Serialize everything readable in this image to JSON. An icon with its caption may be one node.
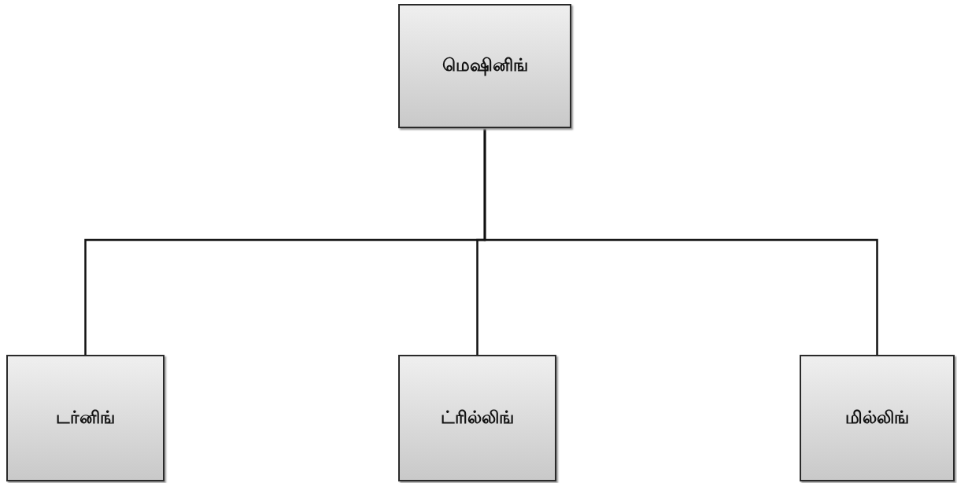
{
  "diagram": {
    "nodes": [
      {
        "text": [
          "மெஷினிங்"
        ]
      },
      {
        "text": [
          "டர்னிங்"
        ]
      },
      {
        "text": [
          "ட்ரில்லிங்"
        ]
      },
      {
        "text": [
          "மில்லிங்"
        ]
      }
    ],
    "edges": [
      {
        "from": 0,
        "to": 1,
        "arrow": "none"
      },
      {
        "from": 0,
        "to": 2,
        "arrow": "none"
      },
      {
        "from": 0,
        "to": 3,
        "arrow": "none"
      }
    ]
  }
}
